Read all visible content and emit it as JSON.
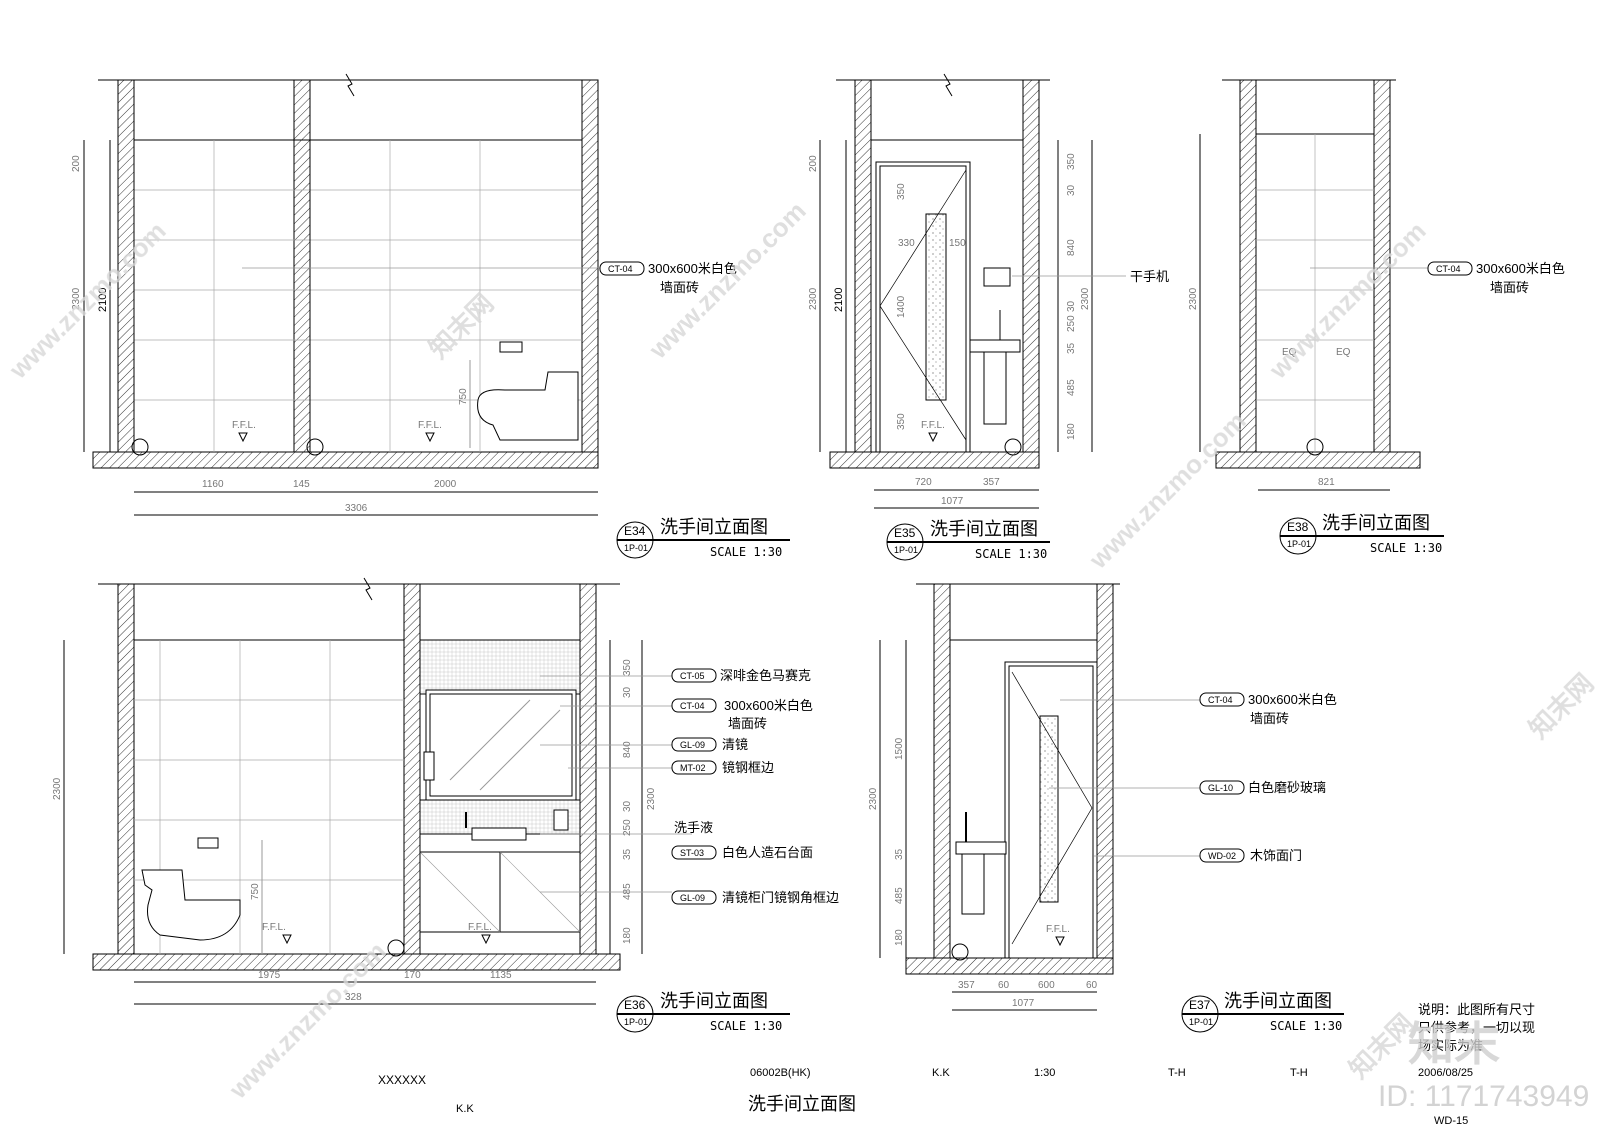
{
  "materials": {
    "ct04_code": "CT-04",
    "ct04_line1": "300x600米白色",
    "ct04_line2": "墙面砖",
    "ct05_code": "CT-05",
    "ct05_text": "深啡金色马赛克",
    "gl09_code": "GL-09",
    "gl09_text": "清镜",
    "mt02_code": "MT-02",
    "mt02_text": "镜钢框边",
    "soap_text": "洗手液",
    "st03_code": "ST-03",
    "st03_text": "白色人造石台面",
    "gl09b_text": "清镜柜门镜钢角框边",
    "gl10_code": "GL-10",
    "gl10_text": "白色磨砂玻璃",
    "wd02_code": "WD-02",
    "wd02_text": "木饰面门",
    "dryer_text": "干手机"
  },
  "labels": {
    "ffl": "F.F.L.",
    "eq": "EQ"
  },
  "titles": {
    "name": "洗手间立面图",
    "scale": "SCALE 1:30",
    "sheet_ref": "1P-01",
    "e34": "E34",
    "e35": "E35",
    "e36": "E36",
    "e37": "E37",
    "e38": "E38"
  },
  "dims": {
    "e34": {
      "d1": "1160",
      "d2": "145",
      "d3": "2000",
      "total": "3306",
      "h1": "200",
      "h2": "2300",
      "h3": "2100",
      "h4": "750"
    },
    "e35": {
      "d1": "720",
      "d2": "357",
      "total": "1077",
      "h200": "200",
      "h2300": "2300",
      "h2100": "2100",
      "h350a": "350",
      "h330": "330",
      "h150": "150",
      "h1400": "1400",
      "h350b": "350",
      "r350": "350",
      "r30a": "30",
      "r840": "840",
      "r30b": "30",
      "r250": "250",
      "r35": "35",
      "r485": "485",
      "r180": "180",
      "r2300": "2300"
    },
    "e38": {
      "w": "821",
      "h": "2300"
    },
    "e36": {
      "d1": "1975",
      "d2": "170",
      "d3": "1135",
      "total": "328",
      "h2300": "2300",
      "h750": "750",
      "r350": "350",
      "r30a": "30",
      "r840": "840",
      "r30b": "30",
      "r250": "250",
      "r35": "35",
      "r485": "485",
      "r180": "180",
      "r2300": "2300"
    },
    "e37": {
      "d1": "357",
      "d2": "60",
      "d3": "600",
      "d4": "60",
      "total": "1077",
      "h2300": "2300",
      "h1500": "1500",
      "h35": "35",
      "h485": "485",
      "h180": "180"
    }
  },
  "title_block": {
    "client": "XXXXXX",
    "kk": "K.K",
    "project": "06002B(HK)",
    "kk2": "K.K",
    "scale": "1:30",
    "th1": "T-H",
    "th2": "T-H",
    "date": "2006/08/25",
    "drawing_no": "WD-15",
    "drawing_title": "洗手间立面图",
    "note_line1": "说明：此图所有尺寸",
    "note_line2": "只供参考，一切以现",
    "note_line3": "场实际为准"
  },
  "watermark": {
    "site": "www.znzmo.com",
    "brand": "知末网",
    "logo": "知末",
    "id": "ID: 1171743949"
  }
}
